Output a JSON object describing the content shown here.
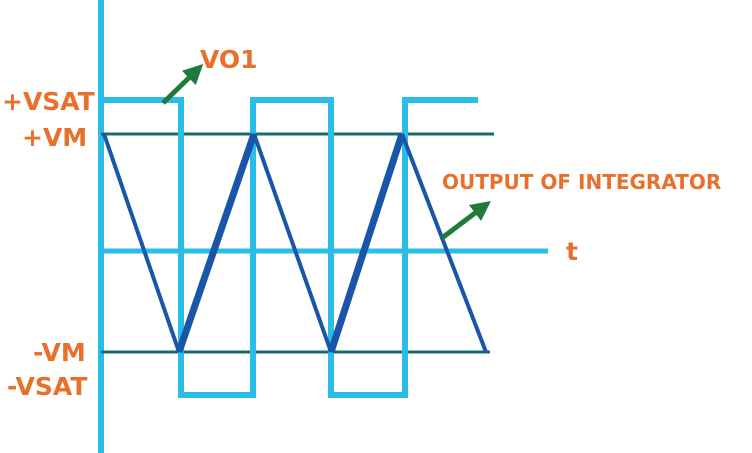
{
  "labels": {
    "vsat_pos": "+VSAT",
    "vm_pos": "+VM",
    "vm_neg": "-VM",
    "vsat_neg": "-VSAT",
    "vo1": "VO1",
    "integrator_output": "OUTPUT OF INTEGRATOR",
    "time_axis": "t"
  },
  "colors": {
    "label_text": "#e8702a",
    "axis": "#2bbde9",
    "square_wave": "#2bbde9",
    "vm_reference_lines": "#1a6b6f",
    "triangle_wave": "#1a56a8",
    "pointer_arrows": "#1f7a3e"
  }
}
